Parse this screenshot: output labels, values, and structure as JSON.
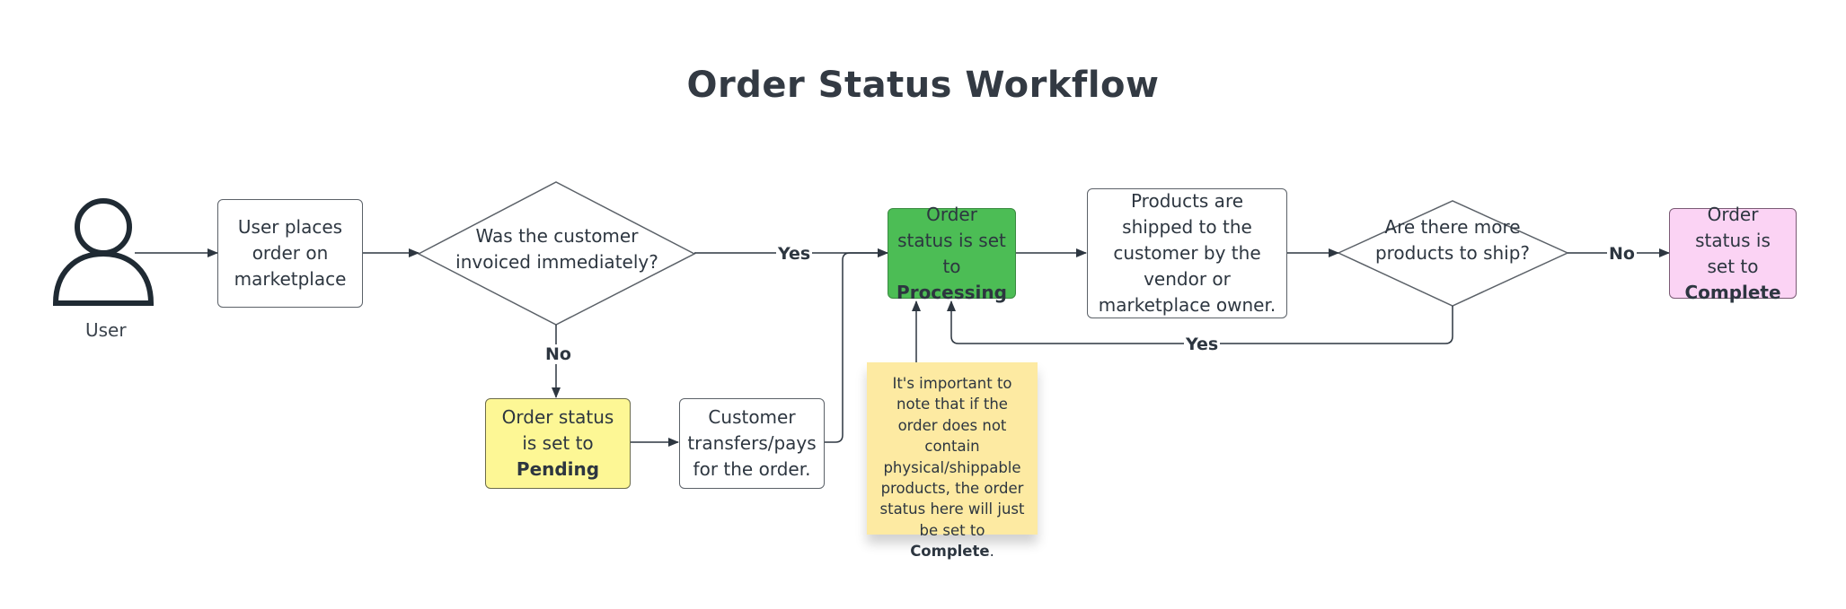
{
  "title": "Order Status Workflow",
  "actor": {
    "label": "User"
  },
  "nodes": {
    "place_order": "User places order on marketplace",
    "invoiced_question": "Was the customer invoiced immediately?",
    "pending": {
      "prefix": "Order status is set to",
      "status": "Pending"
    },
    "customer_pays": "Customer transfers/pays for the order.",
    "processing": {
      "prefix": "Order status is set to",
      "status": "Processing"
    },
    "shipped": "Products are shipped to the customer by the vendor or marketplace owner.",
    "more_products_question": "Are there more products to ship?",
    "complete": {
      "prefix": "Order status is set to",
      "status": "Complete"
    }
  },
  "edge_labels": {
    "invoiced_yes": "Yes",
    "invoiced_no": "No",
    "more_yes": "Yes",
    "more_no": "No"
  },
  "note": {
    "text": "It's important to note that if the order does not contain physical/shippable products, the order status here will just be set to",
    "status": "Complete",
    "suffix": "."
  },
  "colors": {
    "processing": "#4cbd55",
    "pending": "#fdf795",
    "complete": "#fbd3f4",
    "note": "#fdeaa2",
    "line": "#2d3640"
  }
}
